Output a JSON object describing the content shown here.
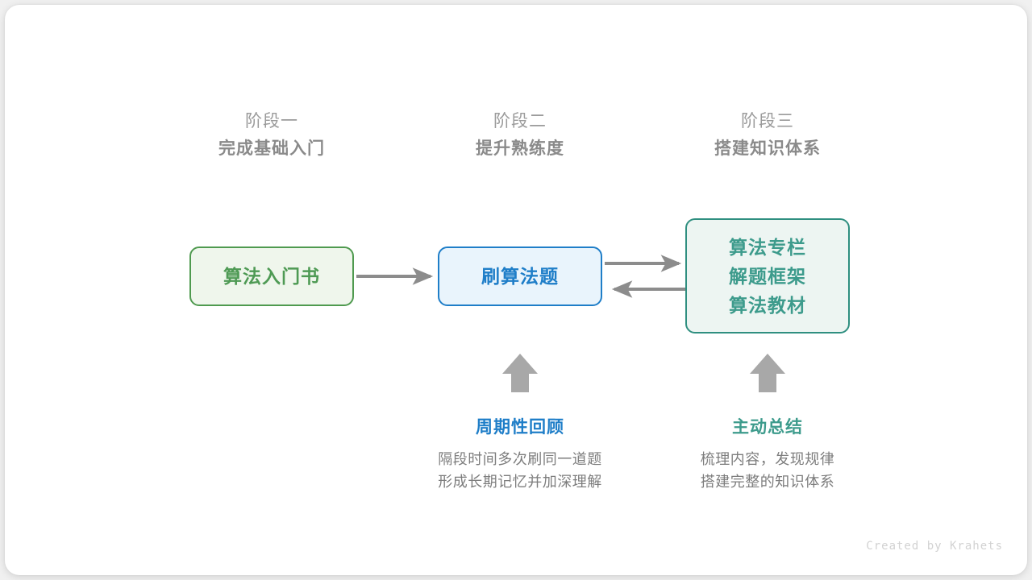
{
  "stages": [
    {
      "sub": "阶段一",
      "title": "完成基础入门"
    },
    {
      "sub": "阶段二",
      "title": "提升熟练度"
    },
    {
      "sub": "阶段三",
      "title": "搭建知识体系"
    }
  ],
  "nodes": {
    "book": {
      "lines": [
        "算法入门书"
      ],
      "border_color": "#4f9a4f",
      "fill_color": "#eff6ec",
      "text_color": "#4e9a54"
    },
    "practice": {
      "lines": [
        "刷算法题"
      ],
      "border_color": "#1f7ec8",
      "fill_color": "#e9f4fc",
      "text_color": "#1f7ec8"
    },
    "resources": {
      "lines": [
        "算法专栏",
        "解题框架",
        "算法教材"
      ],
      "border_color": "#2f8f80",
      "fill_color": "#edf5f2",
      "text_color": "#3d9b8c"
    }
  },
  "notes": [
    {
      "title": "周期性回顾",
      "title_color": "#1f7ec8",
      "body_line_1": "隔段时间多次刷同一道题",
      "body_line_2": "形成长期记忆并加深理解"
    },
    {
      "title": "主动总结",
      "title_color": "#3d9b8c",
      "body_line_1": "梳理内容，发现规律",
      "body_line_2": "搭建完整的知识体系"
    }
  ],
  "arrows": {
    "color": "#8c8c8c",
    "book_to_practice": "arrow-right",
    "practice_to_resources": "arrow-right",
    "resources_to_practice": "arrow-left",
    "review_up": "arrow-up",
    "summary_up": "arrow-up"
  },
  "credit": "Created by Krahets"
}
